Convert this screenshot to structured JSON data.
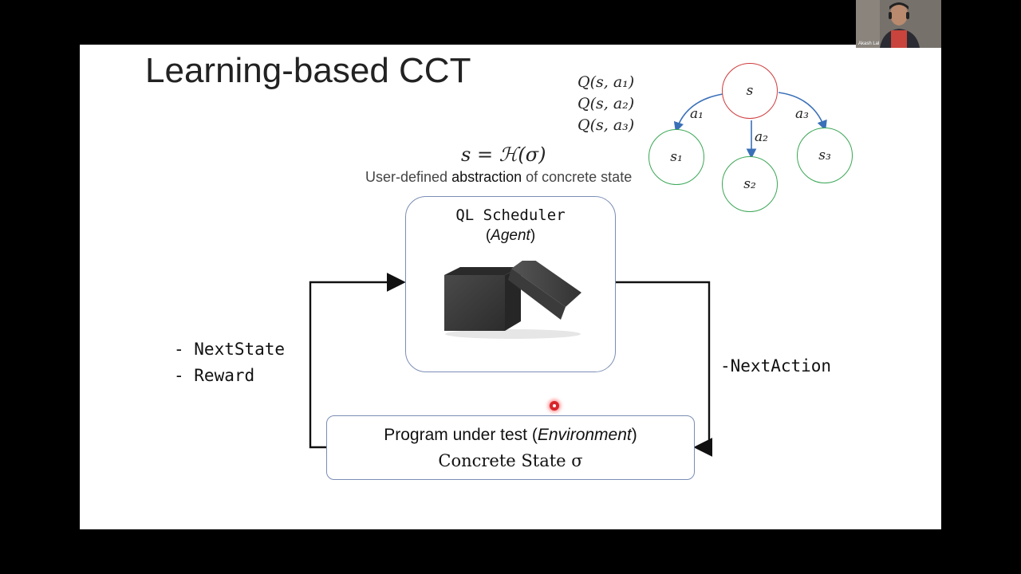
{
  "slide": {
    "title": "Learning-based CCT",
    "q_values": [
      "Q(s, a₁)",
      "Q(s, a₂)",
      "Q(s, a₃)"
    ],
    "tree": {
      "root": "s",
      "children": [
        "s₁",
        "s₂",
        "s₃"
      ],
      "actions": [
        "a₁",
        "a₂",
        "a₃"
      ],
      "root_color": "#d0393b",
      "child_color": "#3aa655",
      "arrow_color": "#3a70b8"
    },
    "formula": "s = ℋ(σ)",
    "caption_pre": "User-defined ",
    "caption_bold": "abstraction",
    "caption_post": " of concrete state",
    "agent": {
      "title": "QL Scheduler",
      "sub_open": "(",
      "sub_italic": "Agent",
      "sub_close": ")"
    },
    "environment": {
      "line1_pre": "Program under test (",
      "line1_italic": "Environment",
      "line1_post": ")",
      "line2": "Concrete State σ"
    },
    "left_labels": [
      "- NextState",
      "- Reward"
    ],
    "right_label": "-NextAction"
  },
  "webcam": {
    "name": "Akash Lal"
  }
}
